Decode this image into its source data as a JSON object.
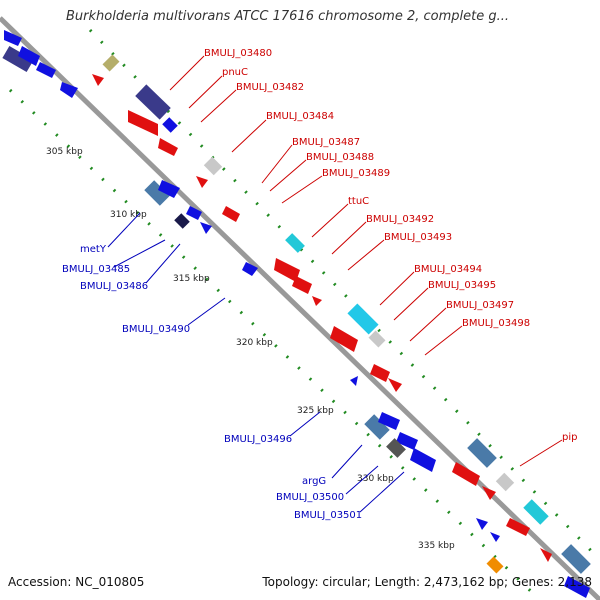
{
  "header": {
    "title": "Burkholderia multivorans ATCC 17616 chromosome 2, complete g..."
  },
  "footer": {
    "accession": "Accession: NC_010805",
    "topology": "Topology: circular; Length: 2,473,162 bp; Genes: 2,138"
  },
  "colors": {
    "forward_label": "#cc0000",
    "reverse_label": "#0000bb",
    "backbone": "#888888",
    "tick": "#228b22"
  },
  "kbp_labels": [
    "305 kbp",
    "310 kbp",
    "315 kbp",
    "320 kbp",
    "325 kbp",
    "330 kbp",
    "335 kbp"
  ],
  "forward_genes": [
    "BMULJ_03480",
    "pnuC",
    "BMULJ_03482",
    "BMULJ_03484",
    "BMULJ_03487",
    "BMULJ_03488",
    "BMULJ_03489",
    "ttuC",
    "BMULJ_03492",
    "BMULJ_03493",
    "BMULJ_03494",
    "BMULJ_03495",
    "BMULJ_03497",
    "BMULJ_03498",
    "pip"
  ],
  "reverse_genes": [
    "metY",
    "BMULJ_03485",
    "BMULJ_03486",
    "BMULJ_03490",
    "BMULJ_03496",
    "argG",
    "BMULJ_03500",
    "BMULJ_03501"
  ]
}
